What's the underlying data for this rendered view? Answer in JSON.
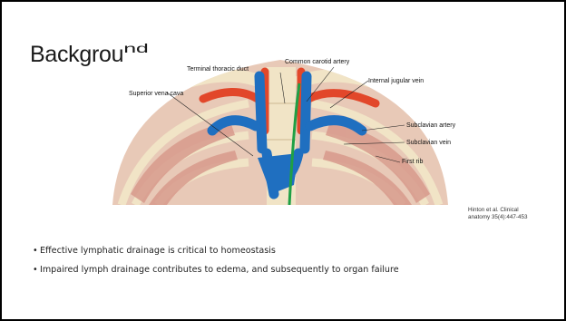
{
  "slide": {
    "title": "Backgrou",
    "title_partial": "nd",
    "figure_labels": {
      "terminal_thoracic_duct": "Terminal thoracic duct",
      "common_carotid_artery": "Common carotid artery",
      "internal_jugular_vein": "Internal jugular vein",
      "superior_vena_cava": "Superior vena cava",
      "subclavian_artery": "Subclavian artery",
      "subclavian_vein": "Subclavian vein",
      "first_rib": "First rib"
    },
    "citation_line1": "Hinton et al. Clinical",
    "citation_line2": "anatomy 35(4):447-453",
    "bullet_marker": "•",
    "bullets": [
      "Effective lymphatic drainage is critical to homeostasis",
      "Impaired lymph drainage contributes to edema, and  subsequently to organ failure"
    ],
    "colors": {
      "artery": "#e2472a",
      "vein": "#1f6fc0",
      "lymph_duct": "#1fa045",
      "bone": "#f1e4c6",
      "muscle": "#d89a8c"
    }
  }
}
